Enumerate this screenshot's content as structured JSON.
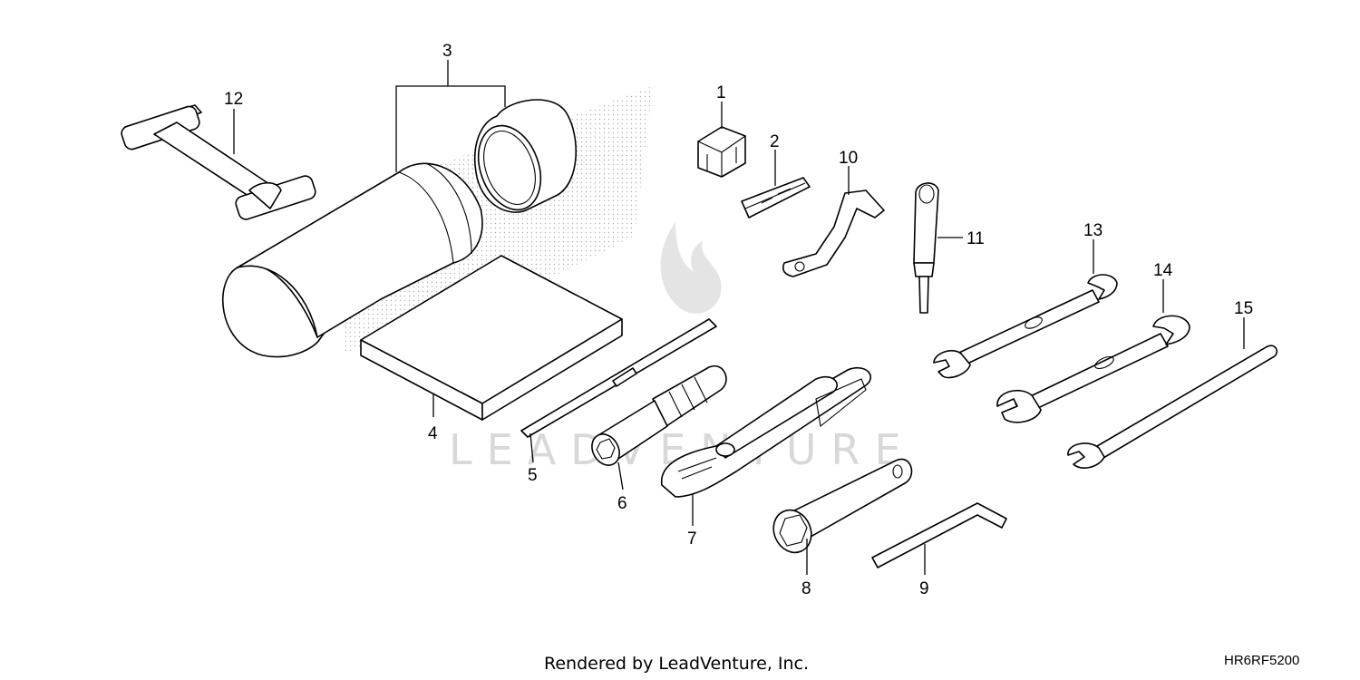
{
  "callouts": {
    "c1": "1",
    "c2": "2",
    "c3": "3",
    "c4": "4",
    "c5": "5",
    "c6": "6",
    "c7": "7",
    "c8": "8",
    "c9": "9",
    "c10": "10",
    "c11": "11",
    "c12": "12",
    "c13": "13",
    "c14": "14",
    "c15": "15"
  },
  "watermark": {
    "text": "LEADVENTURE"
  },
  "footer": {
    "credit": "Rendered by LeadVenture, Inc.",
    "diagram_code": "HR6RF5200"
  }
}
